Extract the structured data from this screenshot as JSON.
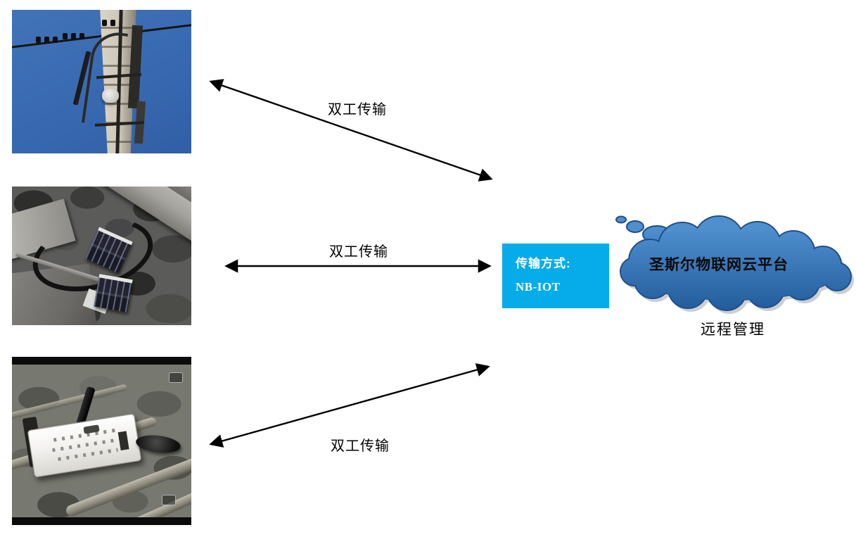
{
  "arrows": [
    {
      "label": "双工传输"
    },
    {
      "label": "双工传输"
    },
    {
      "label": "双工传输"
    }
  ],
  "transmission_box": {
    "title": "传输方式:",
    "protocol": "NB-IOT",
    "bg_color": "#05ace9",
    "text_color": "#ffffff"
  },
  "cloud": {
    "platform_label": "圣斯尔物联网云平台",
    "caption": "远程管理",
    "fill_top": "#4f8fce",
    "fill_bottom": "#235d9c",
    "outline_color": "#1d4e89",
    "text_color": "#0a0a0a"
  },
  "photos": [
    {
      "id": "utility-pole-photo"
    },
    {
      "id": "rail-solar-sensors-photo"
    },
    {
      "id": "nbiot-terminal-photo"
    }
  ],
  "colors": {
    "arrow": "#000000",
    "background": "#ffffff"
  }
}
